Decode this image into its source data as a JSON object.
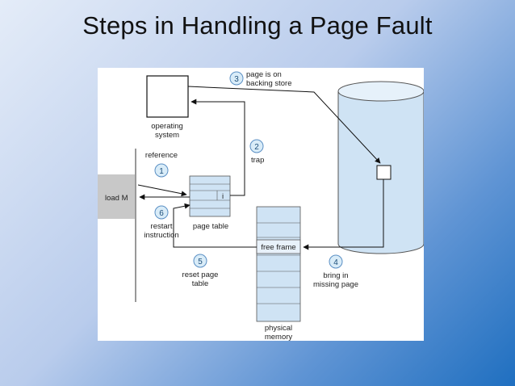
{
  "slide": {
    "title": "Steps in Handling a Page Fault"
  },
  "diagram": {
    "steps": [
      {
        "number": "1",
        "label_lines": [
          "reference"
        ]
      },
      {
        "number": "2",
        "label_lines": [
          "trap"
        ]
      },
      {
        "number": "3",
        "label_lines": [
          "page is on",
          "backing store"
        ]
      },
      {
        "number": "4",
        "label_lines": [
          "bring in",
          "missing page"
        ]
      },
      {
        "number": "5",
        "label_lines": [
          "reset page",
          "table"
        ]
      },
      {
        "number": "6",
        "label_lines": [
          "restart",
          "instruction"
        ]
      }
    ],
    "labels": {
      "os_lines": [
        "operating",
        "system"
      ],
      "load": "load M",
      "page_table": "page table",
      "invalid_bit": "i",
      "free_frame": "free frame",
      "memory_lines": [
        "physical",
        "memory"
      ]
    },
    "colors": {
      "step_circle_fill": "#d9ecf8",
      "step_circle_stroke": "#5a8fc4",
      "table_fill": "#cfe3f4",
      "process_fill": "#c8c8c8",
      "disk_fill": "#cfe3f4",
      "arrow": "#111111"
    }
  }
}
